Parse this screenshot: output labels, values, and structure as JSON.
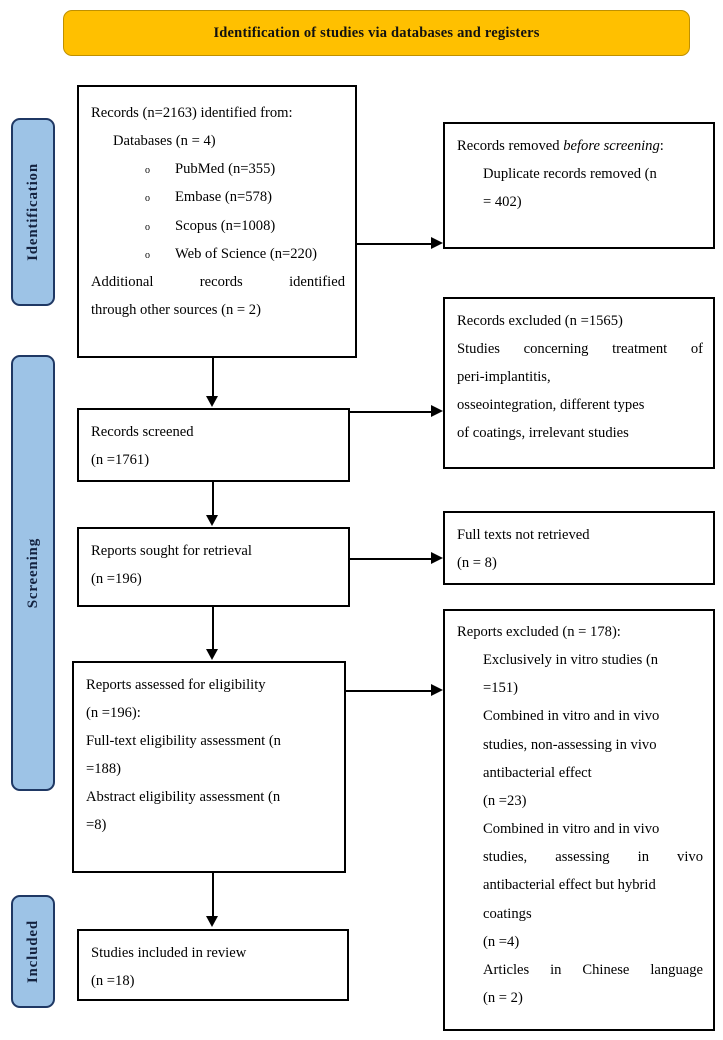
{
  "header": {
    "title": "Identification of studies via databases and registers"
  },
  "stages": [
    {
      "id": "identification",
      "label": "Identification"
    },
    {
      "id": "screening",
      "label": "Screening"
    },
    {
      "id": "included",
      "label": "Included"
    }
  ],
  "colors": {
    "header_fill": "#FFC000",
    "header_border": "#BF9000",
    "stage_fill": "#9DC3E6",
    "stage_border": "#1F3864",
    "box_border": "#000000",
    "page_background": "#FFFFFF"
  },
  "boxes": {
    "records_identified": {
      "line1": "Records (n=2163) identified from:",
      "line2": "Databases (n = 4)",
      "bullet_mark": "o",
      "bullets": [
        "PubMed (n=355)",
        "Embase (n=578)",
        "Scopus (n=1008)",
        "Web of Science (n=220)"
      ],
      "line3": "Additional records identified",
      "line4": "through other sources (n = 2)"
    },
    "records_removed": {
      "line1_prefix": "Records removed ",
      "line1_italic": "before screening",
      "line1_suffix": ":",
      "line2": "Duplicate records removed (n",
      "line3": "= 402)"
    },
    "records_screened": {
      "line1": "Records screened",
      "line2": "(n =1761)"
    },
    "records_excluded": {
      "line1": "Records excluded (n =1565)",
      "line2": "Studies concerning treatment of",
      "line3": "peri-implantitis,",
      "line4": "osseointegration, different types",
      "line5": "of coatings, irrelevant studies"
    },
    "reports_sought": {
      "line1": "Reports sought for retrieval",
      "line2": "(n =196)"
    },
    "fulltext_not_retrieved": {
      "line1": "Full texts not retrieved",
      "line2": "(n = 8)"
    },
    "reports_assessed": {
      "line1": "Reports assessed for eligibility",
      "line2": "(n =196):",
      "line3": "Full-text eligibility assessment (n",
      "line4": "=188)",
      "line5": "Abstract eligibility assessment (n",
      "line6": "=8)"
    },
    "reports_excluded": {
      "line1": "Reports excluded (n = 178):",
      "line2": "Exclusively in vitro studies (n",
      "line3": "=151)",
      "line4": "Combined in vitro and in vivo",
      "line5": "studies, non-assessing in vivo",
      "line6": "antibacterial effect",
      "line7": "(n =23)",
      "line8": "Combined in vitro and in vivo",
      "line9": "studies, assessing in vivo",
      "line10": "antibacterial effect but hybrid",
      "line11": "coatings",
      "line12": "(n =4)",
      "line13": "Articles in Chinese language",
      "line14": "(n = 2)"
    },
    "studies_included": {
      "line1": "Studies included in review",
      "line2": "(n =18)"
    }
  }
}
